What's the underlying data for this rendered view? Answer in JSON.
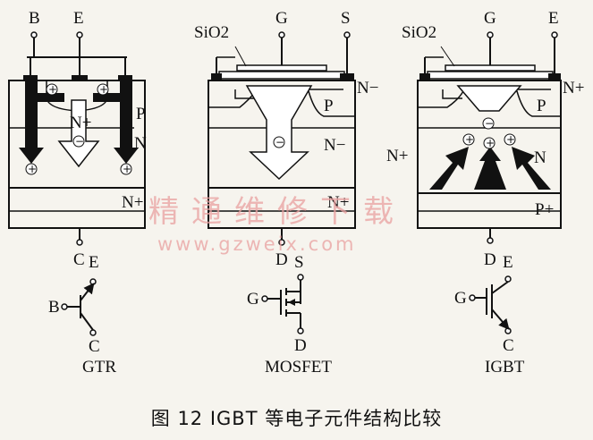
{
  "gtr": {
    "pins": {
      "base": "B",
      "emitter": "E",
      "collector": "C"
    },
    "regions": {
      "p": "P",
      "n_plus_top": "N+",
      "n": "N",
      "n_plus_bottom": "N+"
    },
    "symbol": {
      "e": "E",
      "b": "B",
      "c": "C"
    },
    "name": "GTR"
  },
  "mosfet": {
    "oxide": "SiO2",
    "pins": {
      "gate": "G",
      "source": "S",
      "drain": "D"
    },
    "regions": {
      "n_minus_top": "N−",
      "p": "P",
      "n_minus": "N−",
      "n_plus_bottom": "N+"
    },
    "symbol": {
      "s": "S",
      "g": "G",
      "d": "D"
    },
    "name": "MOSFET"
  },
  "igbt": {
    "oxide": "SiO2",
    "pins": {
      "gate": "G",
      "emitter": "E",
      "drain": "D"
    },
    "regions": {
      "n_plus_top": "N+",
      "p": "P",
      "n_plus_mid": "N+",
      "n": "N",
      "p_plus": "P+"
    },
    "symbol": {
      "e": "E",
      "g": "G",
      "c": "C"
    },
    "name": "IGBT"
  },
  "watermark": {
    "chinese": "精通维修下载",
    "url": "www.gzweix.com"
  },
  "caption": "图 12   IGBT 等电子元件结构比较"
}
